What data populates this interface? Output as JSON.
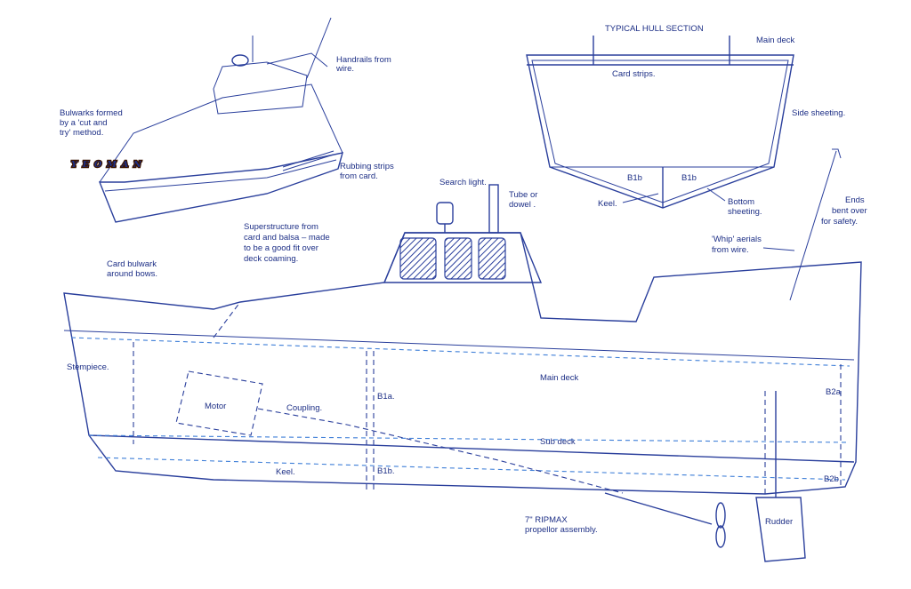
{
  "title": "YEOMAN",
  "colors": {
    "ink": "#2a3f9c",
    "title_top": "#ffd21f",
    "title_mid": "#ff8a00",
    "title_bottom": "#c21a10"
  },
  "hull_section": {
    "heading": "TYPICAL HULL SECTION",
    "main_deck": "Main deck",
    "card_strips": "Card strips.",
    "side_sheeting": "Side sheeting.",
    "b1b_left": "B1b",
    "b1b_right": "B1b",
    "keel": "Keel.",
    "bottom_sheeting": [
      "Bottom",
      "sheeting."
    ]
  },
  "perspective": {
    "handrails": [
      "Handrails from",
      "wire."
    ],
    "bulwarks": [
      "Bulwarks formed",
      "by a 'cut and",
      "try' method."
    ],
    "rubbing_strips": [
      "Rubbing strips",
      "from card."
    ]
  },
  "side_view": {
    "search_light": "Search light.",
    "tube": [
      "Tube or",
      "dowel ."
    ],
    "superstructure": [
      "Superstructure from",
      "card and balsa – made",
      "to be a good fit over",
      "deck coaming."
    ],
    "card_bulwark": [
      "Card bulwark",
      "around bows."
    ],
    "whip_aerials": [
      "'Whip' aerials",
      "from wire."
    ],
    "ends_bent": [
      "Ends",
      "bent over",
      "for safety."
    ],
    "stempiece": "Stempiece.",
    "motor": "Motor",
    "coupling": "Coupling.",
    "b1a": "B1a.",
    "main_deck": "Main deck",
    "b2a": "B2a",
    "sub_deck": "Sub deck",
    "keel": "Keel.",
    "b1b": "B1b.",
    "b2b": "B2b",
    "propeller": [
      "7\" RIPMAX",
      "propellor assembly."
    ],
    "rudder": "Rudder"
  }
}
